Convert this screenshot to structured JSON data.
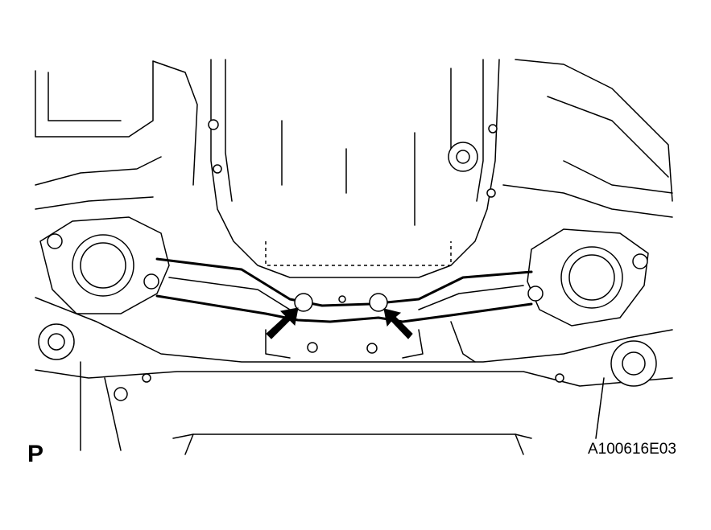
{
  "view_label": "P",
  "figure_id": "A100616E03",
  "icons": {
    "arrows": [
      "arrow-left",
      "arrow-right"
    ]
  }
}
